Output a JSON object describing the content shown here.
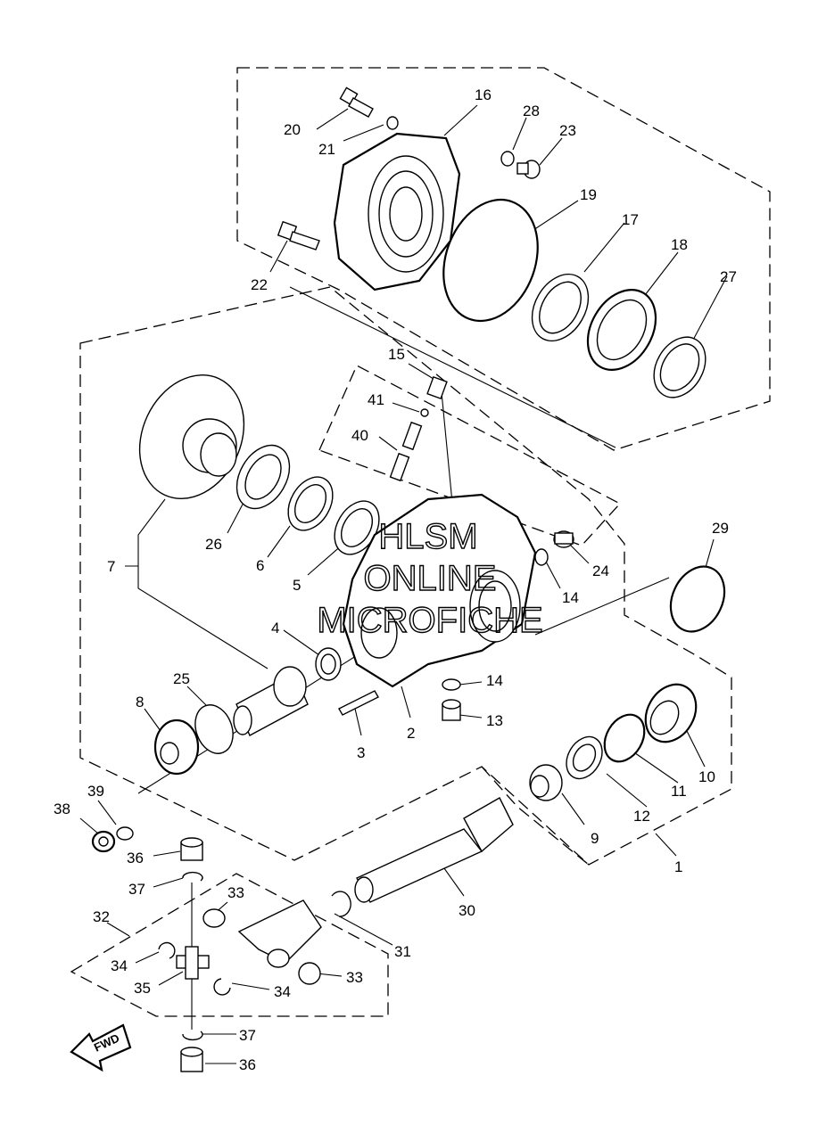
{
  "diagram": {
    "watermark": [
      "HLSM",
      "ONLINE",
      "MICROFICHE"
    ],
    "direction_label": "FWD",
    "callouts": [
      "1",
      "2",
      "3",
      "4",
      "5",
      "6",
      "7",
      "8",
      "9",
      "10",
      "11",
      "12",
      "13",
      "14",
      "14",
      "15",
      "16",
      "17",
      "18",
      "19",
      "20",
      "21",
      "22",
      "23",
      "24",
      "25",
      "26",
      "27",
      "28",
      "29",
      "30",
      "31",
      "32",
      "33",
      "33",
      "34",
      "34",
      "35",
      "36",
      "36",
      "37",
      "37",
      "38",
      "39",
      "40",
      "41"
    ]
  }
}
